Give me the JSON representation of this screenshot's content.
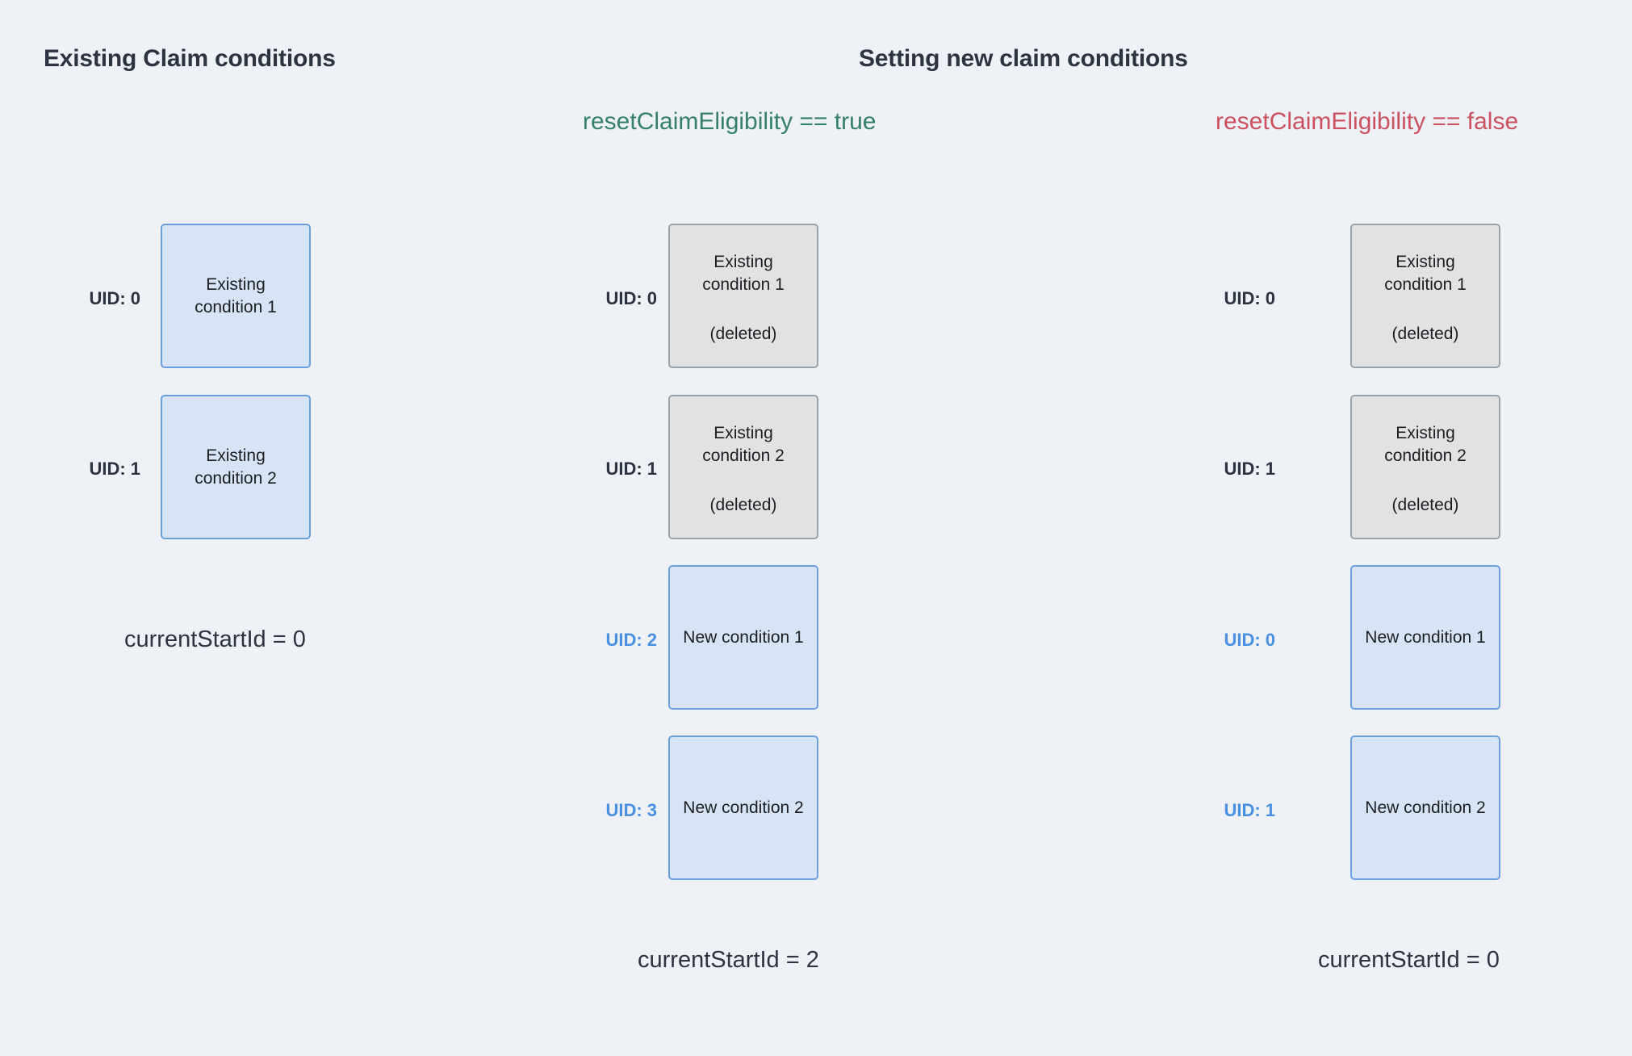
{
  "background_color": "#eef1f5",
  "colors": {
    "heading": "#2b3440",
    "true_green": "#36806b",
    "false_red": "#cc5160",
    "box_blue_fill": "#d7e4f5",
    "box_blue_border": "#6c9fe0",
    "box_gray_fill": "#e2e2e2",
    "box_gray_border": "#9aa3ab",
    "uid_blue": "#4a90e2",
    "uid_dark": "#2b3440"
  },
  "headings": {
    "existing": "Existing Claim conditions",
    "setting": "Setting new claim conditions"
  },
  "flags": {
    "reset_true": "resetClaimEligibility == true",
    "reset_false": "resetClaimEligibility == false"
  },
  "columns": {
    "existing": {
      "boxes": [
        {
          "uid": "UID: 0",
          "uid_style": "dark",
          "style": "blue",
          "label": "Existing condition 1",
          "sub": ""
        },
        {
          "uid": "UID: 1",
          "uid_style": "dark",
          "style": "blue",
          "label": "Existing condition 2",
          "sub": ""
        }
      ],
      "start_id": "currentStartId = 0"
    },
    "reset_true": {
      "boxes": [
        {
          "uid": "UID: 0",
          "uid_style": "dark",
          "style": "gray",
          "label": "Existing condition 1",
          "sub": "(deleted)"
        },
        {
          "uid": "UID: 1",
          "uid_style": "dark",
          "style": "gray",
          "label": "Existing condition 2",
          "sub": "(deleted)"
        },
        {
          "uid": "UID: 2",
          "uid_style": "blue",
          "style": "blue",
          "label": "New condition 1",
          "sub": ""
        },
        {
          "uid": "UID: 3",
          "uid_style": "blue",
          "style": "blue",
          "label": "New condition 2",
          "sub": ""
        }
      ],
      "start_id": "currentStartId = 2"
    },
    "reset_false": {
      "boxes": [
        {
          "uid": "UID: 0",
          "uid_style": "dark",
          "style": "gray",
          "label": "Existing condition 1",
          "sub": "(deleted)"
        },
        {
          "uid": "UID: 1",
          "uid_style": "dark",
          "style": "gray",
          "label": "Existing condition 2",
          "sub": "(deleted)"
        },
        {
          "uid": "UID: 0",
          "uid_style": "blue",
          "style": "blue",
          "label": "New condition 1",
          "sub": ""
        },
        {
          "uid": "UID: 1",
          "uid_style": "blue",
          "style": "blue",
          "label": "New condition 2",
          "sub": ""
        }
      ],
      "start_id": "currentStartId = 0"
    }
  }
}
